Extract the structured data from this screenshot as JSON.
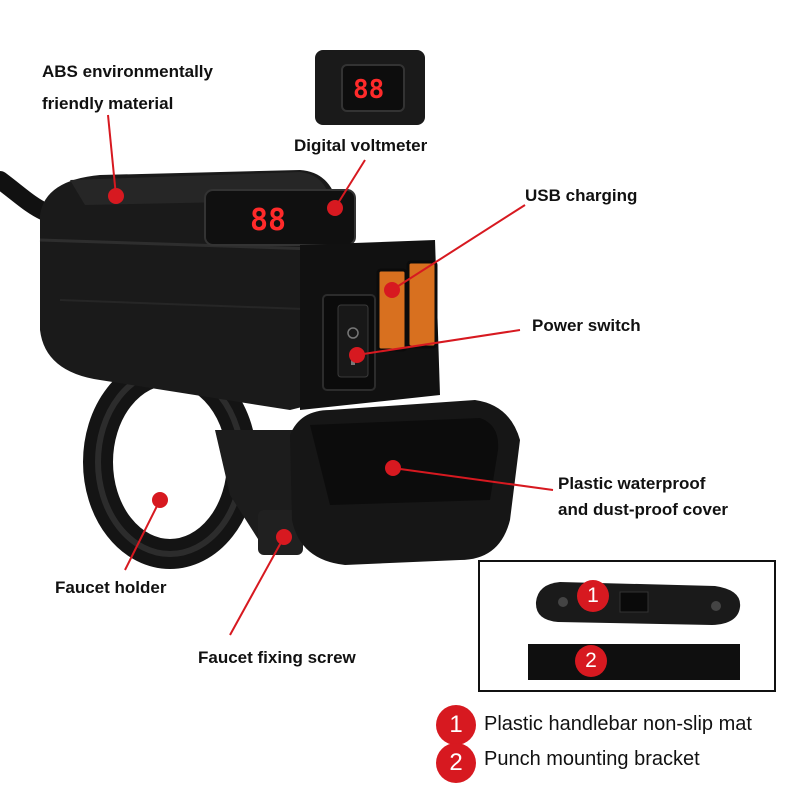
{
  "callouts": {
    "abs_line1": "ABS environmentally",
    "abs_line2": "friendly material",
    "voltmeter": "Digital voltmeter",
    "usb": "USB charging",
    "power": "Power switch",
    "cover_line1": "Plastic waterproof",
    "cover_line2": "and dust-proof cover",
    "faucet_holder": "Faucet holder",
    "faucet_screw": "Faucet fixing screw"
  },
  "inset": {
    "badge1": "1",
    "badge2": "2"
  },
  "legend": [
    {
      "num": "1",
      "text": "Plastic handlebar non-slip mat"
    },
    {
      "num": "2",
      "text": "Punch mounting bracket"
    }
  ],
  "colors": {
    "accent": "#d71920",
    "device": "#1a1a1a",
    "display": "#ff2a2a"
  }
}
